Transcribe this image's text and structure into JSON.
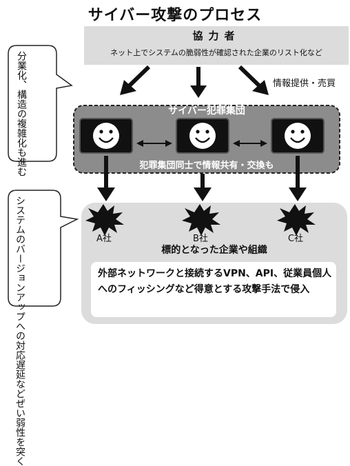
{
  "title": "サイバー攻撃のプロセス",
  "cooperator": {
    "title": "協力者",
    "description": "ネット上でシステムの脆弱性が確認された企業のリスト化など"
  },
  "left_note_top": "分業化、構造の複雑化も進む",
  "left_note_bottom": "システムのバージョンアップへの対応遅延などぜい弱性を突く",
  "info_label": "情報提供・売買",
  "group": {
    "title": "サイバー犯罪集団",
    "subtitle": "犯罪集団同士で情報共有・交換も"
  },
  "companies": [
    "A社",
    "B社",
    "C社"
  ],
  "target": {
    "title": "標的となった企業や組織",
    "method": "外部ネットワークと接続するVPN、API、従業員個人へのフィッシングなど得意とする攻撃手法で侵入"
  }
}
